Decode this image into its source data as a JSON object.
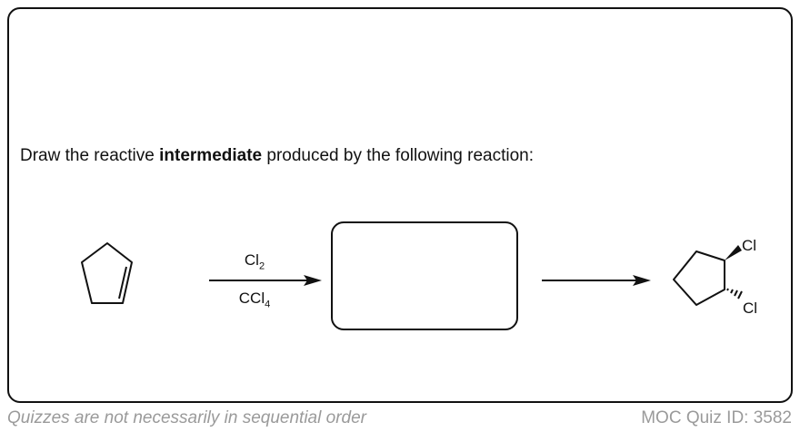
{
  "question": {
    "prefix": "Draw the reactive ",
    "emphasis": "intermediate",
    "suffix": " produced by the following reaction:"
  },
  "reagents": {
    "top_main": "Cl",
    "top_sub": "2",
    "bottom_main": "CCl",
    "bottom_sub": "4"
  },
  "product_labels": {
    "top": "Cl",
    "bottom": "Cl"
  },
  "footer": {
    "note": "Quizzes are not necessarily in sequential order",
    "quiz_id": "MOC Quiz ID: 3582"
  }
}
